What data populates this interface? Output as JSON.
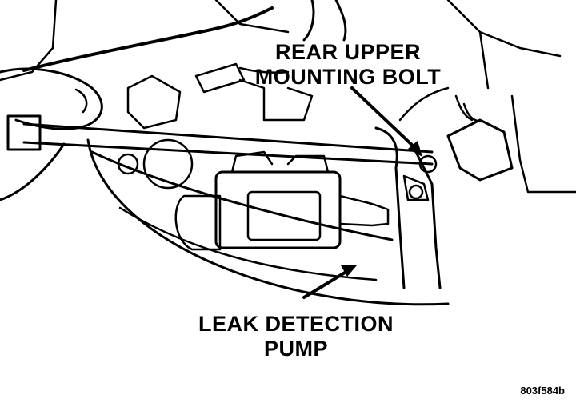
{
  "labels": {
    "bolt_line1": "REAR UPPER",
    "bolt_line2": "MOUNTING BOLT",
    "pump_line1": "LEAK DETECTION",
    "pump_line2": "PUMP"
  },
  "figure_code": "803f584b",
  "colors": {
    "ink": "#000000",
    "paper": "#ffffff"
  }
}
